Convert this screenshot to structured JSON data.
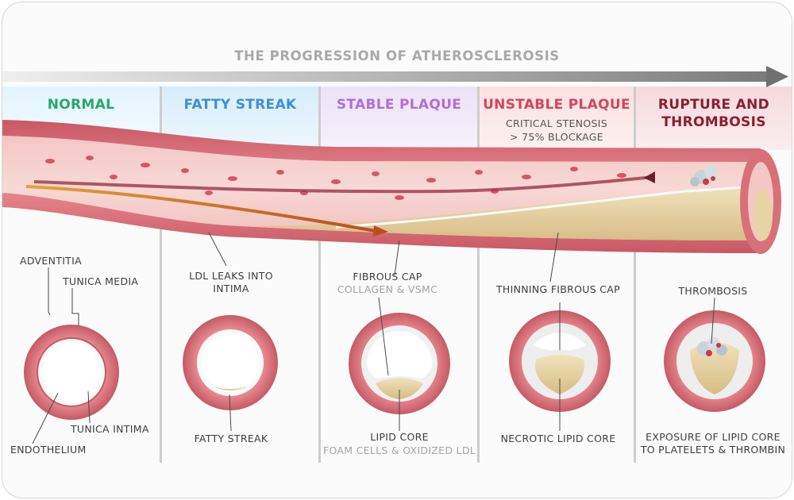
{
  "title": "THE PROGRESSION OF ATHEROSCLEROSIS",
  "colors": {
    "normal": "#27a86b",
    "fatty_streak": "#3f8fd6",
    "stable_plaque": "#b070d8",
    "unstable_plaque": "#d6455a",
    "rupture": "#8b1e2d",
    "vessel_wall": "#e98a8f",
    "plaque": "#e8d3a4",
    "arrow": "#8a8a8a"
  },
  "stages": [
    {
      "heading": "NORMAL"
    },
    {
      "heading": "FATTY STREAK"
    },
    {
      "heading": "STABLE PLAQUE"
    },
    {
      "heading": "UNSTABLE PLAQUE",
      "sub1": "CRITICAL STENOSIS",
      "sub2": "> 75% BLOCKAGE"
    },
    {
      "heading1": "RUPTURE AND",
      "heading2": "THROMBOSIS"
    }
  ],
  "labels": {
    "adventitia": "ADVENTITIA",
    "tunica_media": "TUNICA MEDIA",
    "tunica_intima": "TUNICA INTIMA",
    "endothelium": "ENDOTHELIUM",
    "ldl_1": "LDL LEAKS INTO",
    "ldl_2": "INTIMA",
    "fatty_streak": "FATTY STREAK",
    "fibrous_cap": "FIBROUS CAP",
    "collagen": "COLLAGEN & VSMC",
    "lipid_core": "LIPID CORE",
    "foam_cells": "FOAM CELLS & OXIDIZED LDL",
    "thinning_cap": "THINNING FIBROUS CAP",
    "necrotic_core": "NECROTIC LIPID CORE",
    "thrombosis": "THROMBOSIS",
    "exposure_1": "EXPOSURE OF LIPID CORE",
    "exposure_2": "TO PLATELETS & THROMBIN"
  }
}
